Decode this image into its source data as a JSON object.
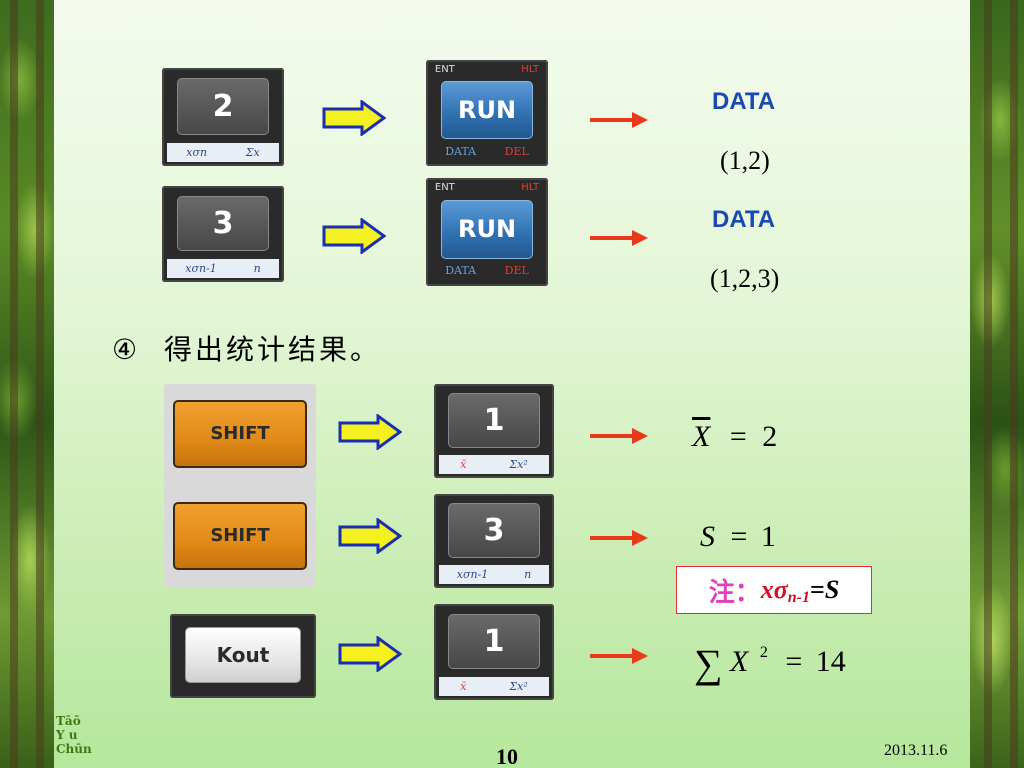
{
  "slide": {
    "page_number": "10",
    "date": "2013.11.6",
    "logo_lines": [
      "Tāō",
      "Y u",
      "Chūn"
    ]
  },
  "keys": {
    "two": {
      "face": "2",
      "sub_left": "xσn",
      "sub_right": "Σx"
    },
    "three": {
      "face": "3",
      "sub_left": "xσn-1",
      "sub_right": "n"
    },
    "run": {
      "face": "RUN",
      "top_left": "ENT",
      "top_right": "HLT",
      "sub_left": "DATA",
      "sub_right": "DEL"
    },
    "shift": {
      "face": "SHIFT"
    },
    "one": {
      "face": "1",
      "sub_left": "x̄",
      "sub_right": "Σx²"
    },
    "kout": {
      "face": "Kout"
    }
  },
  "rows_top": [
    {
      "data_label": "DATA",
      "result": "(1,2)"
    },
    {
      "data_label": "DATA",
      "result": "(1,2,3)"
    }
  ],
  "step4": {
    "marker": "④",
    "text": "得出统计结果。"
  },
  "results": {
    "mean": {
      "symbol": "X",
      "equals": "=",
      "value": "2"
    },
    "std": {
      "symbol": "S",
      "equals": "=",
      "value": "1"
    },
    "sum_sq": {
      "sigma": "∑",
      "symbol": "X",
      "exp": "2",
      "equals": "=",
      "value": "14"
    }
  },
  "note": {
    "lead": "注：",
    "body_x": "x",
    "body_sigma": "σ",
    "body_sub": "n-1",
    "eq": "=",
    "rhs": "S"
  },
  "colors": {
    "data_label": "#1a4ab0",
    "red_arrow": "#e83a1a",
    "yellow_arrow": "#f5f020",
    "note_border": "#e03030"
  }
}
